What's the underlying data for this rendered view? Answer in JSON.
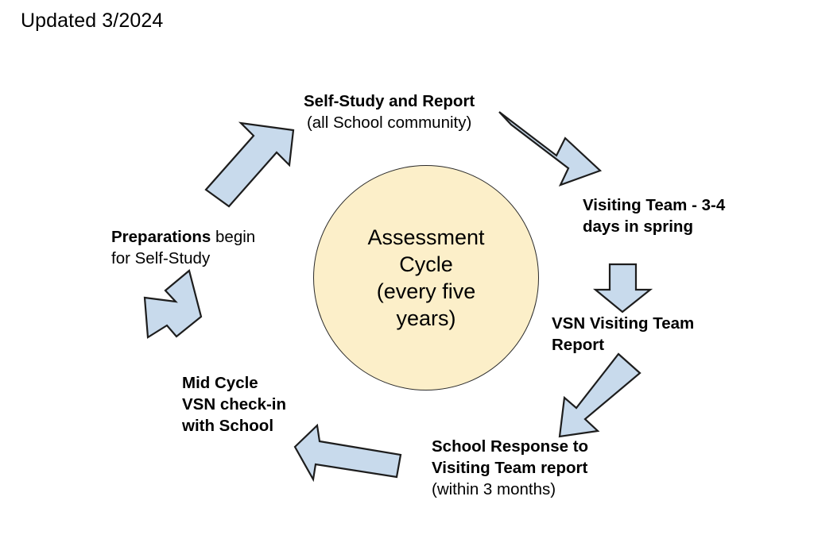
{
  "page": {
    "updated_stamp": "Updated 3/2024",
    "background_color": "#ffffff"
  },
  "diagram": {
    "type": "cycle-diagram",
    "center": {
      "name": "assessment-cycle",
      "fill_color": "#fcefc9",
      "stroke_color": "#2b2b2b",
      "lines": [
        "Assessment",
        "Cycle",
        "(every five",
        "years)"
      ]
    },
    "arrow_color": "#c8daec",
    "arrow_stroke": "#1d1d1d",
    "steps": [
      {
        "id": "self-study",
        "order": 1,
        "title": "Self-Study and Report",
        "subtitle": "(all School community)",
        "position": "top"
      },
      {
        "id": "visiting-team",
        "order": 2,
        "title_line_1": "Visiting Team - 3-4",
        "title_line_2": "days in spring",
        "position": "top-right"
      },
      {
        "id": "vsn-visiting-team-report",
        "order": 3,
        "title_line_1": "VSN Visiting Team",
        "title_line_2": "Report",
        "position": "right"
      },
      {
        "id": "school-response",
        "order": 4,
        "title_line_1": "School Response to",
        "title_line_2": "Visiting Team report",
        "subtitle": "(within 3 months)",
        "position": "bottom"
      },
      {
        "id": "mid-cycle-check-in",
        "order": 5,
        "title_line_1": "Mid Cycle",
        "title_line_2": "VSN check-in",
        "title_line_3": "with School",
        "position": "bottom-left"
      },
      {
        "id": "preparations",
        "order": 6,
        "title_bold": "Preparations",
        "title_rest": " begin",
        "subtitle": "for Self-Study",
        "position": "left"
      }
    ],
    "arrows": [
      {
        "id": "arrow-self-study-to-visiting-team",
        "direction": "down-right"
      },
      {
        "id": "arrow-visiting-team-to-vsn-report",
        "direction": "down"
      },
      {
        "id": "arrow-vsn-report-to-school-response",
        "direction": "down-left"
      },
      {
        "id": "arrow-school-response-to-mid-cycle",
        "direction": "left"
      },
      {
        "id": "arrow-mid-cycle-to-preparations",
        "direction": "up-left"
      },
      {
        "id": "arrow-preparations-to-self-study",
        "direction": "up-right"
      }
    ]
  }
}
